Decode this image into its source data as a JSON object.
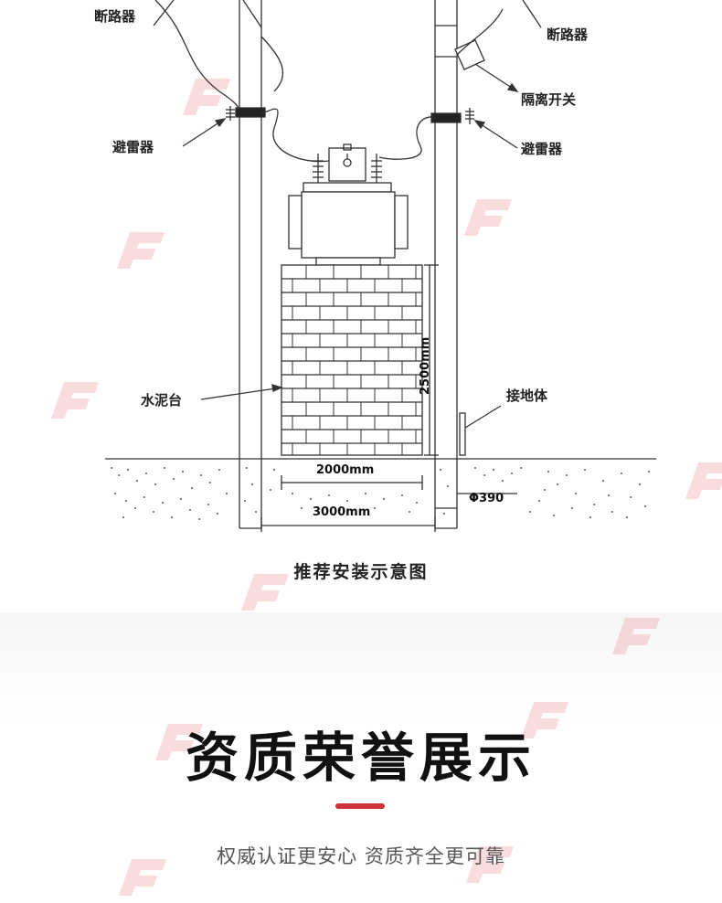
{
  "diagram": {
    "labels": {
      "breaker_left": "断路器",
      "breaker_right": "断路器",
      "isolating_switch": "隔离开关",
      "arrester_left": "避雷器",
      "arrester_right": "避雷器",
      "cement_platform": "水泥台",
      "grounding_body": "接地体"
    },
    "dimensions": {
      "platform_width": "2000mm",
      "pole_spacing": "3000mm",
      "platform_height": "2500mm",
      "pole_diameter": "Φ390"
    },
    "caption": "推荐安装示意图"
  },
  "section": {
    "title": "资质荣誉展示",
    "subtitle": "权威认证更安心 资质齐全更可靠",
    "accent_color": "#d0323a"
  },
  "watermark": {
    "icon": "brand-logo-watermark-icon",
    "color": "#e0303a"
  }
}
